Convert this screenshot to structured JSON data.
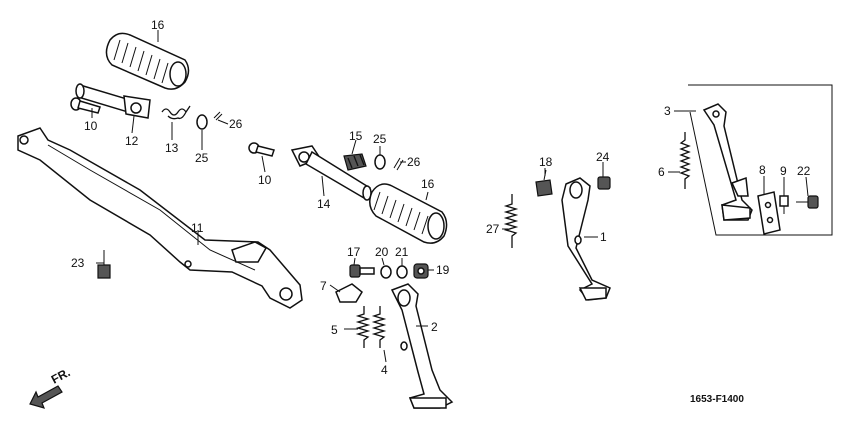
{
  "callouts": {
    "p1": "1",
    "p2": "2",
    "p3": "3",
    "p4": "4",
    "p5": "5",
    "p6": "6",
    "p7": "7",
    "p8": "8",
    "p9": "9",
    "p10a": "10",
    "p10b": "10",
    "p11": "11",
    "p12": "12",
    "p13": "13",
    "p14": "14",
    "p15": "15",
    "p16a": "16",
    "p16b": "16",
    "p17": "17",
    "p18": "18",
    "p19": "19",
    "p20": "20",
    "p21": "21",
    "p22": "22",
    "p23": "23",
    "p24": "24",
    "p25a": "25",
    "p25b": "25",
    "p26a": "26",
    "p26b": "26",
    "p27": "27"
  },
  "direction_label": "FR.",
  "diagram_code": "1653-F1400"
}
